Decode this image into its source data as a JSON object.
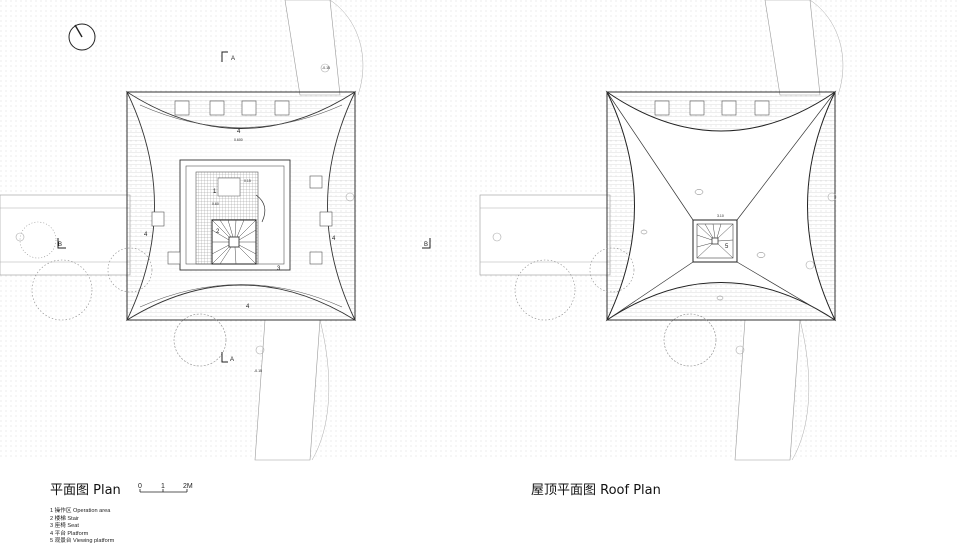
{
  "titles": {
    "plan": "平面图 Plan",
    "roof": "屋顶平面图 Roof Plan"
  },
  "scale_bar": {
    "t0": "0",
    "t1": "1",
    "t2": "2M"
  },
  "legend": [
    "1 操作区 Operation area",
    "2 楼梯 Stair",
    "3 座椅 Seat",
    "4 平台 Platform",
    "5 观景台 Viewing platform"
  ],
  "plan_labels": {
    "section_a": "A",
    "section_b": "B",
    "platform": "4",
    "operation": "1",
    "stair": "2",
    "seat": "3",
    "elev_top": "-0.15",
    "elev_bottom": "-0.15",
    "elev_platform": "0.600",
    "elev_inner": "0.15",
    "elev_stair": "0.60"
  },
  "roof_labels": {
    "viewing": "5",
    "elev_roof": "3.10"
  },
  "colors": {
    "line": "#333333",
    "hatch": "#8a8a8a",
    "paper": "#ffffff"
  }
}
